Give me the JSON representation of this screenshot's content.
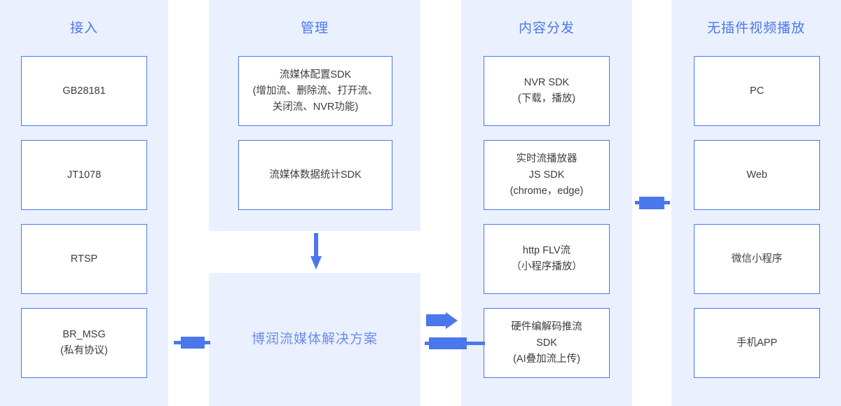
{
  "diagram": {
    "title": "博润流媒体解决方案",
    "columns": [
      {
        "key": "access",
        "title": "接入",
        "nodes": [
          {
            "lines": [
              "GB28181"
            ]
          },
          {
            "lines": [
              "JT1078"
            ]
          },
          {
            "lines": [
              "RTSP"
            ]
          },
          {
            "lines": [
              "BR_MSG",
              "(私有协议)"
            ]
          }
        ]
      },
      {
        "key": "manage",
        "title": "管理",
        "nodes": [
          {
            "lines": [
              "流媒体配置SDK",
              "(增加流、删除流、打开流、",
              "关闭流、NVR功能)"
            ]
          },
          {
            "lines": [
              "流媒体数据统计SDK"
            ]
          }
        ]
      },
      {
        "key": "distribution",
        "title": "内容分发",
        "nodes": [
          {
            "lines": [
              "NVR SDK",
              "(下载，播放)"
            ]
          },
          {
            "lines": [
              "实时流播放器",
              "JS SDK",
              "(chrome，edge)"
            ]
          },
          {
            "lines": [
              "http FLV流",
              "（小程序播放）"
            ]
          },
          {
            "lines": [
              "硬件编解码推流",
              "SDK",
              "(AI叠加流上传)"
            ]
          }
        ]
      },
      {
        "key": "playback",
        "title": "无插件视频播放",
        "nodes": [
          {
            "lines": [
              "PC"
            ]
          },
          {
            "lines": [
              "Web"
            ]
          },
          {
            "lines": [
              "微信小程序"
            ]
          },
          {
            "lines": [
              "手机APP"
            ]
          }
        ]
      }
    ],
    "connectors": [
      {
        "name": "access-to-center",
        "direction": "right"
      },
      {
        "name": "manage-to-center",
        "direction": "down"
      },
      {
        "name": "center-to-distribution",
        "direction": "right"
      },
      {
        "name": "distribution-to-center",
        "direction": "left"
      },
      {
        "name": "distribution-to-playback",
        "direction": "right"
      }
    ],
    "colors": {
      "band_background": "#eaf0fd",
      "accent": "#4a78ec",
      "title_text": "#6b8cf0",
      "node_border": "#4a78ec",
      "node_background": "#ffffff",
      "node_text": "#3d3d3d"
    }
  }
}
